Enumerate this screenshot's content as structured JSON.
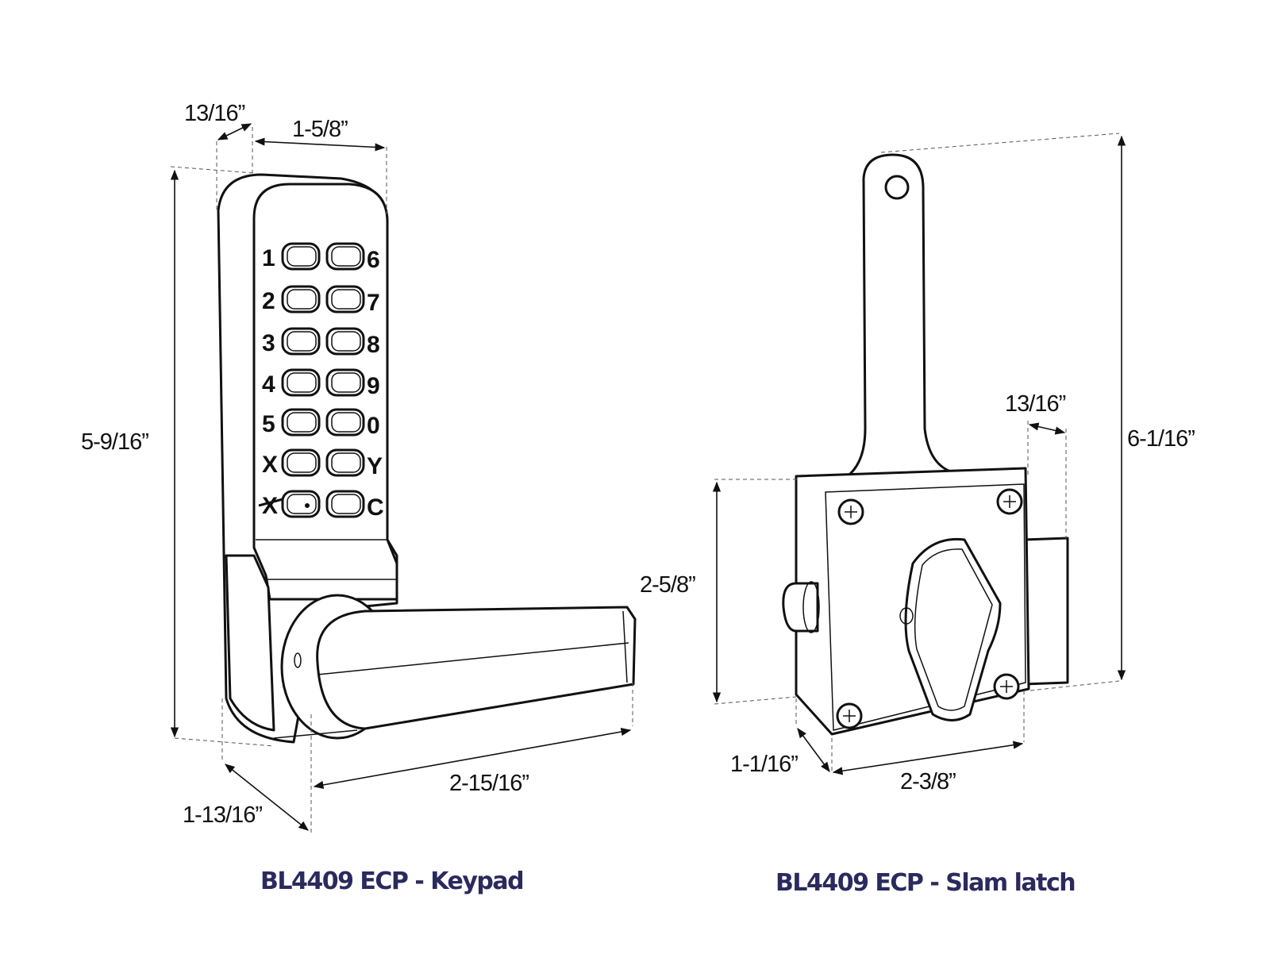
{
  "keypad": {
    "title": "BL4409 ECP - Keypad",
    "dimensions": {
      "depth_top": "13/16”",
      "width": "1-5/8”",
      "height": "5-9/16”",
      "lever_length": "2-15/16”",
      "lever_projection": "1-13/16”"
    },
    "keys_left": [
      "1",
      "2",
      "3",
      "4",
      "5",
      "X",
      "X"
    ],
    "keys_right": [
      "6",
      "7",
      "8",
      "9",
      "0",
      "Y",
      "C"
    ]
  },
  "slam_latch": {
    "title": "BL4409 ECP - Slam latch",
    "dimensions": {
      "bolt_depth": "13/16”",
      "overall_height": "6-1/16”",
      "case_height": "2-5/8”",
      "case_depth": "1-1/16”",
      "case_width": "2-3/8”"
    }
  },
  "colors": {
    "title": "#2a2a5e",
    "line": "#111111"
  }
}
